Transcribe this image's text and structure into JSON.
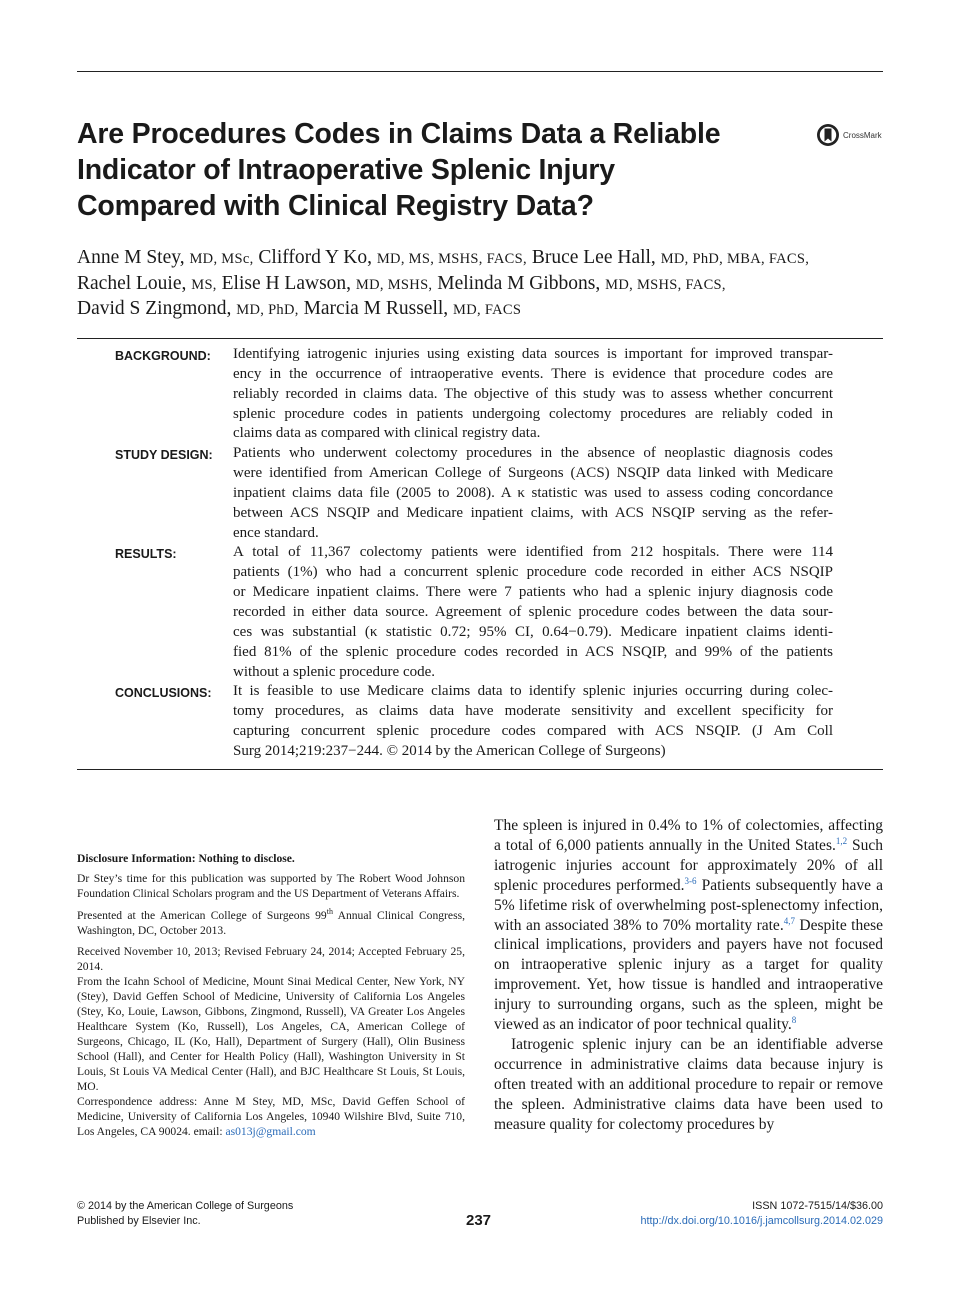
{
  "article": {
    "title_lines": [
      "Are Procedures Codes in Claims Data a Reliable",
      "Indicator of Intraoperative Splenic Injury",
      "Compared with Clinical Registry Data?"
    ],
    "crossmark_label": "CrossMark"
  },
  "authors": [
    [
      {
        "name": "Anne M Stey,",
        "deg": "MD, MSc,"
      },
      {
        "name": "Clifford Y Ko,",
        "deg": "MD, MS, MSHS, FACS,"
      },
      {
        "name": "Bruce Lee Hall,",
        "deg": "MD, PhD, MBA, FACS,"
      }
    ],
    [
      {
        "name": "Rachel Louie,",
        "deg": "MS,"
      },
      {
        "name": "Elise H Lawson,",
        "deg": "MD, MSHS,"
      },
      {
        "name": "Melinda M Gibbons,",
        "deg": "MD, MSHS, FACS,"
      }
    ],
    [
      {
        "name": "David S Zingmond,",
        "deg": "MD, PhD,"
      },
      {
        "name": "Marcia M Russell,",
        "deg": "MD, FACS"
      }
    ]
  ],
  "abstract": [
    {
      "label": "BACKGROUND:",
      "lines": [
        "Identifying iatrogenic injuries using existing data sources is important for improved transpar-",
        "ency in the occurrence of intraoperative events. There is evidence that procedure codes are",
        "reliably recorded in claims data. The objective of this study was to assess whether concurrent",
        "splenic procedure codes in patients undergoing colectomy procedures are reliably coded in",
        "claims data as compared with clinical registry data."
      ]
    },
    {
      "label": "STUDY DESIGN:",
      "lines": [
        "Patients who underwent colectomy procedures in the absence of neoplastic diagnosis codes",
        "were identified from American College of Surgeons (ACS) NSQIP data linked with Medicare",
        "inpatient claims data file (2005 to 2008). A κ statistic was used to assess coding concordance",
        "between ACS NSQIP and Medicare inpatient claims, with ACS NSQIP serving as the refer-",
        "ence standard."
      ]
    },
    {
      "label": "RESULTS:",
      "lines": [
        "A total of 11,367 colectomy patients were identified from 212 hospitals. There were 114",
        "patients (1%) who had a concurrent splenic procedure code recorded in either ACS NSQIP",
        "or Medicare inpatient claims. There were 7 patients who had a splenic injury diagnosis code",
        "recorded in either data source. Agreement of splenic procedure codes between the data sour-",
        "ces was substantial (κ statistic 0.72; 95% CI, 0.64−0.79). Medicare inpatient claims identi-",
        "fied 81% of the splenic procedure codes recorded in ACS NSQIP, and 99% of the patients",
        "without a splenic procedure code."
      ]
    },
    {
      "label": "CONCLUSIONS:",
      "lines": [
        "It is feasible to use Medicare claims data to identify splenic injuries occurring during colec-",
        "tomy procedures, as claims data have moderate sensitivity and excellent specificity for",
        "capturing concurrent splenic procedure codes compared with ACS NSQIP. (J Am Coll",
        "Surg 2014;219:237−244. © 2014 by the American College of Surgeons)"
      ]
    }
  ],
  "footnotes": {
    "disclosure": "Disclosure Information: Nothing to disclose.",
    "support": "Dr Stey’s time for this publication was supported by The Robert Wood Johnson Foundation Clinical Scholars program and the US Department of Veterans Affairs.",
    "presented_pre": "Presented at the American College of Surgeons 99",
    "presented_sup": "th",
    "presented_post": " Annual Clinical Congress, Washington, DC, October 2013.",
    "received": "Received November 10, 2013; Revised February 24, 2014; Accepted February 25, 2014.",
    "affiliations": "From the Icahn School of Medicine, Mount Sinai Medical Center, New York, NY (Stey), David Geffen School of Medicine, University of California Los Angeles (Stey, Ko, Louie, Lawson, Gibbons, Zingmond, Russell), VA Greater Los Angeles Healthcare System (Ko, Russell), Los Angeles, CA, American College of Surgeons, Chicago, IL (Ko, Hall), Department of Surgery (Hall), Olin Business School (Hall), and Center for Health Policy (Hall), Washington University in St Louis, St Louis VA Medical Center (Hall), and BJC Healthcare St Louis, St Louis, MO.",
    "correspondence": "Correspondence address: Anne M Stey, MD, MSc, David Geffen School of Medicine, University of California Los Angeles, 10940 Wilshire Blvd, Suite 710, Los Angeles, CA 90024. email: ",
    "email": "as013j@gmail.com"
  },
  "body": {
    "p1": [
      {
        "t": "The spleen is injured in 0.4% to 1% of colectomies, affecting a total of 6,000 patients annually in the United States."
      },
      {
        "ref": "1,2"
      },
      {
        "t": " Such iatrogenic injuries account for approximately 20% of all splenic procedures performed."
      },
      {
        "ref": "3-6"
      },
      {
        "t": " Patients subsequently have a 5% lifetime risk of overwhelming post-splenectomy infection, with an associated 38% to 70% mortality rate."
      },
      {
        "ref": "4,7"
      },
      {
        "t": " Despite these clinical implications, providers and payers have not focused on intraoperative splenic injury as a target for quality improvement. Yet, how tissue is handled and intraoperative injury to surrounding organs, such as the spleen, might be viewed as an indicator of poor technical quality."
      },
      {
        "ref": "8"
      }
    ],
    "p2": "Iatrogenic splenic injury can be an identifiable adverse occurrence in administrative claims data because injury is often treated with an additional procedure to repair or remove the spleen. Administrative claims data have been used to measure quality for colectomy procedures by"
  },
  "footer": {
    "copyright": "© 2014 by the American College of Surgeons",
    "publisher": "Published by Elsevier Inc.",
    "page_number": "237",
    "issn": "ISSN 1072-7515/14/$36.00",
    "doi": "http://dx.doi.org/10.1016/j.jamcollsurg.2014.02.029"
  },
  "colors": {
    "text": "#1a1a1a",
    "link": "#2a6bb8"
  },
  "icons": {
    "crossmark": "crossmark-icon"
  }
}
